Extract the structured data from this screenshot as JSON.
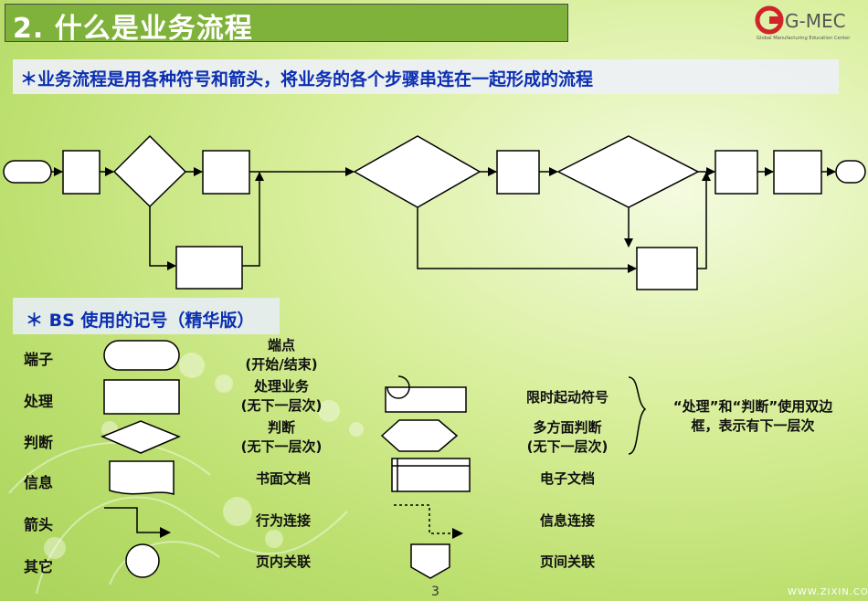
{
  "header": {
    "title": "2.   什么是业务流程",
    "logo_text": "G-MEC",
    "logo_sub": "Global Manufacturing Education Center"
  },
  "subtitle": "＊业务流程是用各种符号和箭头，将业务的各个步骤串连在一起形成的流程",
  "legend_title": "＊ BS 使用的记号（精华版）",
  "legend": {
    "rows": [
      {
        "label": "端子",
        "left_caption": [
          "端点",
          "(开始/结束)"
        ],
        "right_caption": []
      },
      {
        "label": "处理",
        "left_caption": [
          "处理业务",
          "(无下一层次)"
        ],
        "right_caption": [
          "限时起动符号"
        ]
      },
      {
        "label": "判断",
        "left_caption": [
          "判断",
          "(无下一层次)"
        ],
        "right_caption": [
          "多方面判断",
          "(无下一层次)"
        ]
      },
      {
        "label": "信息",
        "left_caption": [
          "书面文档"
        ],
        "right_caption": [
          "电子文档"
        ]
      },
      {
        "label": "箭头",
        "left_caption": [
          "行为连接"
        ],
        "right_caption": [
          "信息连接"
        ]
      },
      {
        "label": "其它",
        "left_caption": [
          "页内关联"
        ],
        "right_caption": [
          "页间关联"
        ]
      }
    ],
    "note": [
      "“处理”和“判断”使用双边",
      "框，表示有下一层次"
    ]
  },
  "page_number": "3",
  "watermark": "WWW.ZIXIN.COM.CN",
  "colors": {
    "title_bg": "#7fb23a",
    "accent_text": "#0b2fb3",
    "logo_red": "#d0232a"
  }
}
